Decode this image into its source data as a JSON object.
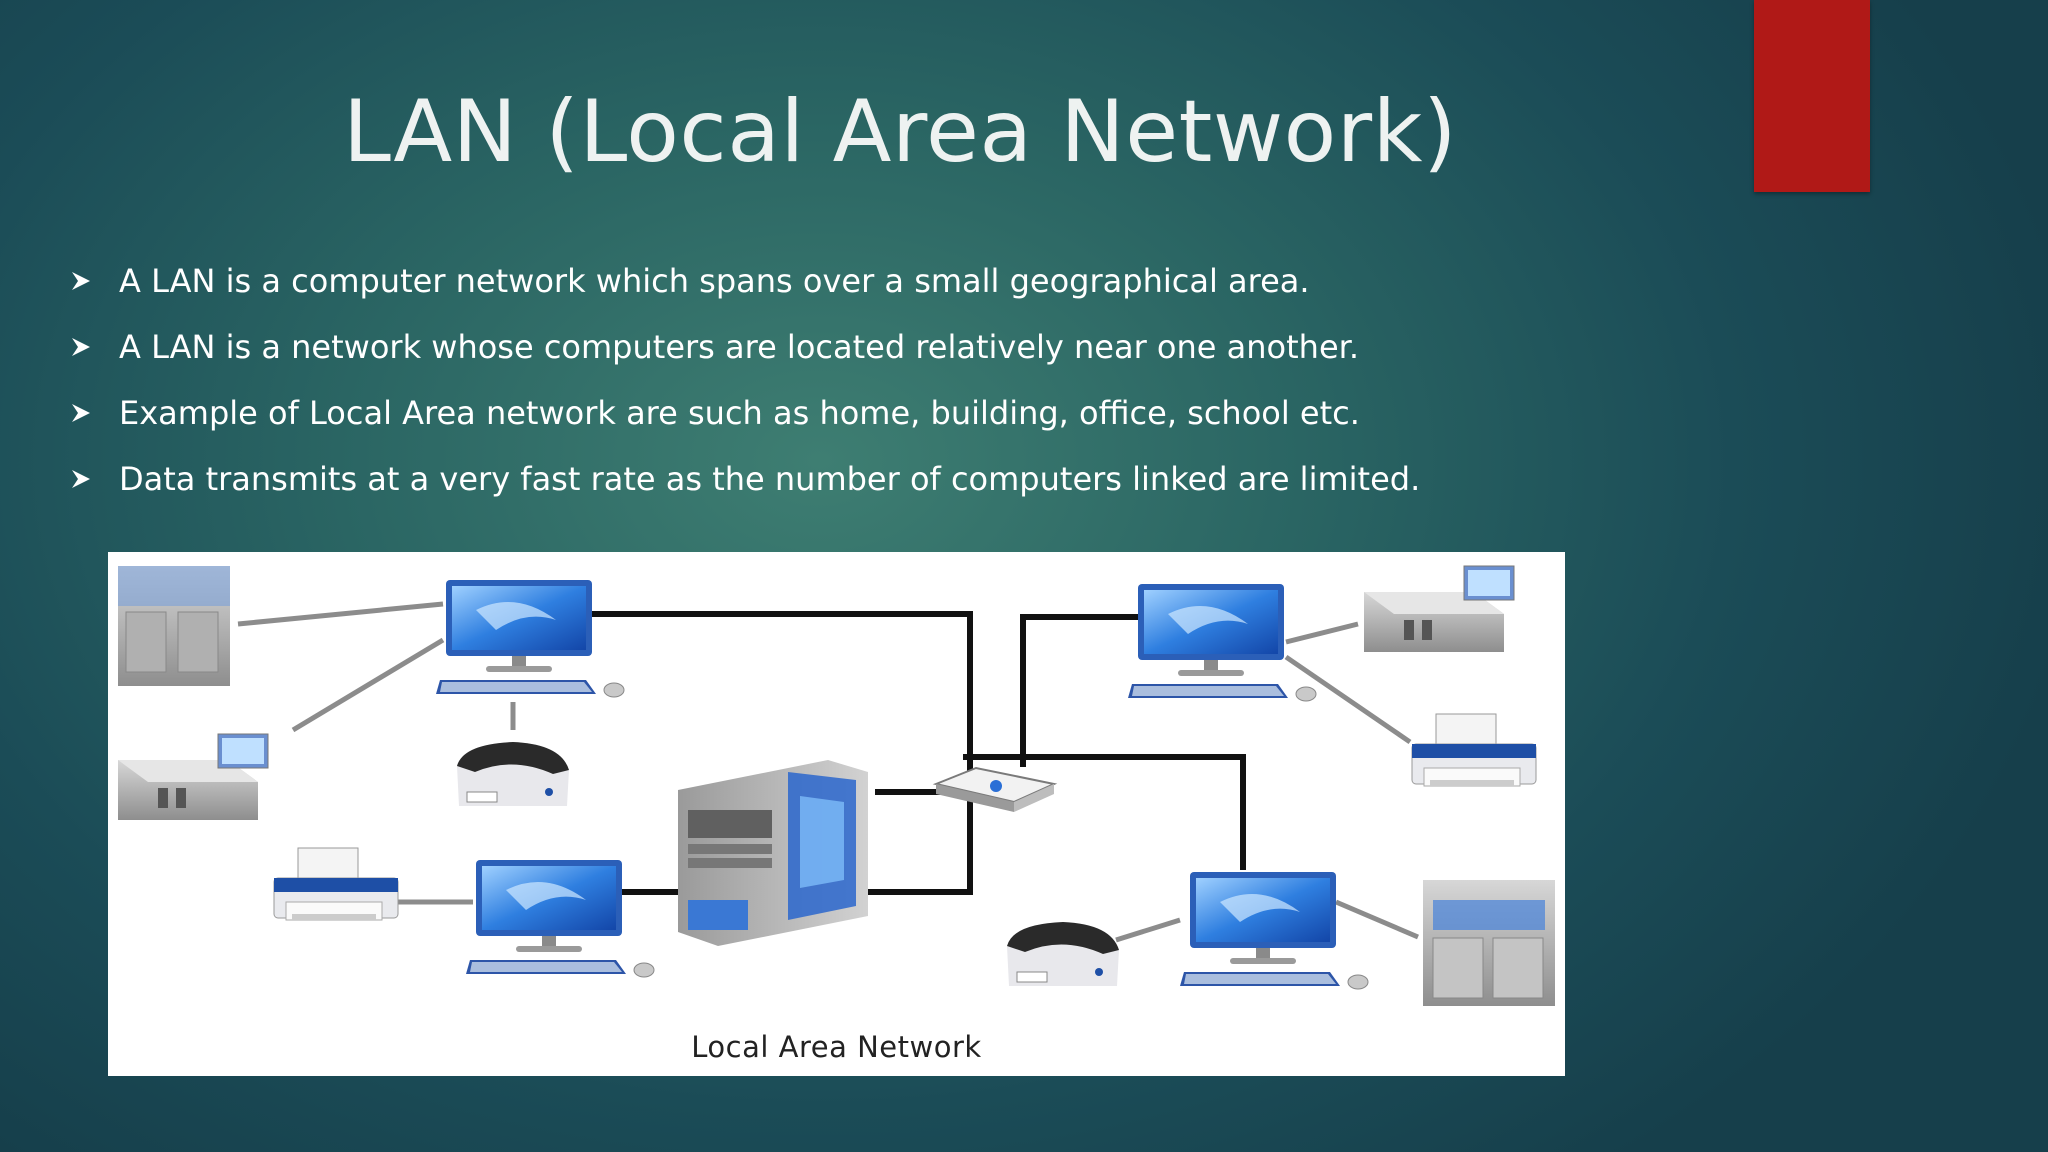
{
  "slide": {
    "title": "LAN (Local Area Network)",
    "bullets": [
      "A LAN is a computer network which spans over a small geographical area.",
      "A LAN is a network whose computers are located relatively near one another.",
      "Example of Local Area network are such as home, building, office, school etc.",
      "Data transmits at a very fast rate as the number of computers linked are limited."
    ],
    "accent_color": "#b01917"
  },
  "figure": {
    "caption": "Local Area Network",
    "icons": [
      "server-icon",
      "desktop-computer-icon",
      "printer-icon",
      "router-icon",
      "mainframe-icon"
    ]
  }
}
